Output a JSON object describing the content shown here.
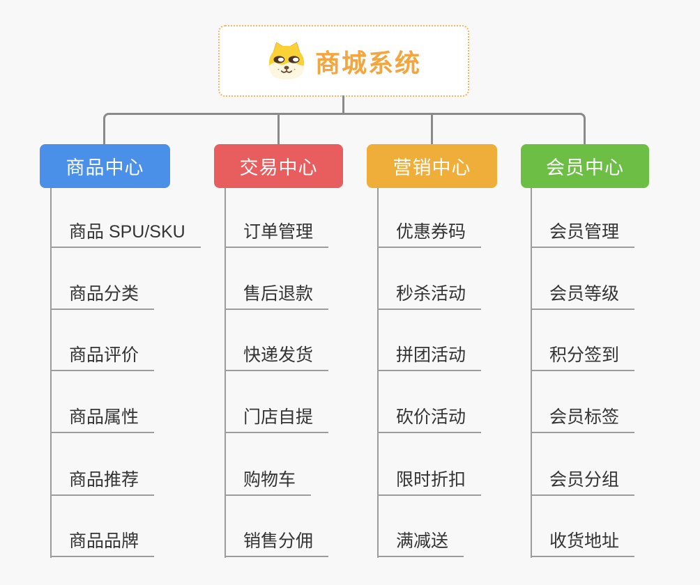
{
  "root": {
    "title": "商城系统",
    "icon": "shiba-dog-icon"
  },
  "colors": {
    "root_border": "#f0b660",
    "root_title": "#f4a63e",
    "connector": "#8a8a8a",
    "underline": "#9c9c9c",
    "leaf_text": "#333333",
    "background": "#f8f8f8",
    "branch_product": "#4a8fe8",
    "branch_trade": "#e85e5e",
    "branch_marketing": "#efae39",
    "branch_member": "#6cbe45"
  },
  "branches": [
    {
      "label": "商品中心",
      "color": "#4a8fe8",
      "items": [
        "商品 SPU/SKU",
        "商品分类",
        "商品评价",
        "商品属性",
        "商品推荐",
        "商品品牌"
      ]
    },
    {
      "label": "交易中心",
      "color": "#e85e5e",
      "items": [
        "订单管理",
        "售后退款",
        "快递发货",
        "门店自提",
        "购物车",
        "销售分佣"
      ]
    },
    {
      "label": "营销中心",
      "color": "#efae39",
      "items": [
        "优惠券码",
        "秒杀活动",
        "拼团活动",
        "砍价活动",
        "限时折扣",
        "满减送"
      ]
    },
    {
      "label": "会员中心",
      "color": "#6cbe45",
      "items": [
        "会员管理",
        "会员等级",
        "积分签到",
        "会员标签",
        "会员分组",
        "收货地址"
      ]
    }
  ]
}
